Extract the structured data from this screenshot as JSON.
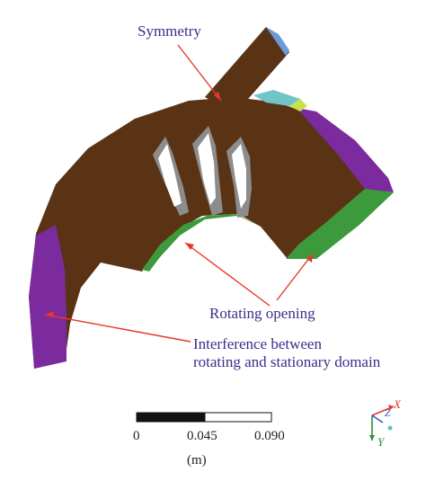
{
  "labels": {
    "symmetry": "Symmetry",
    "rotating_opening": "Rotating opening",
    "interference_line1": "Interference between",
    "interference_line2": "rotating and stationary domain"
  },
  "scale_bar": {
    "ticks": [
      "0",
      "0.045",
      "0.090"
    ],
    "unit": "(m)"
  },
  "axes": {
    "x": "X",
    "y": "Y",
    "z": "Z"
  },
  "colors": {
    "body": "#5a3315",
    "interface": "#7b2b9e",
    "opening": "#3d9a3c",
    "top_cap": "#6f9ad8",
    "yellow": "#c9e04a",
    "teal": "#71c4c8",
    "arrow": "#e8372a",
    "label": "#3a2d8c",
    "blade_white": "#ffffff",
    "blade_gray": "#8c8c8c"
  },
  "icons": [
    "coordinate-triad-icon"
  ]
}
